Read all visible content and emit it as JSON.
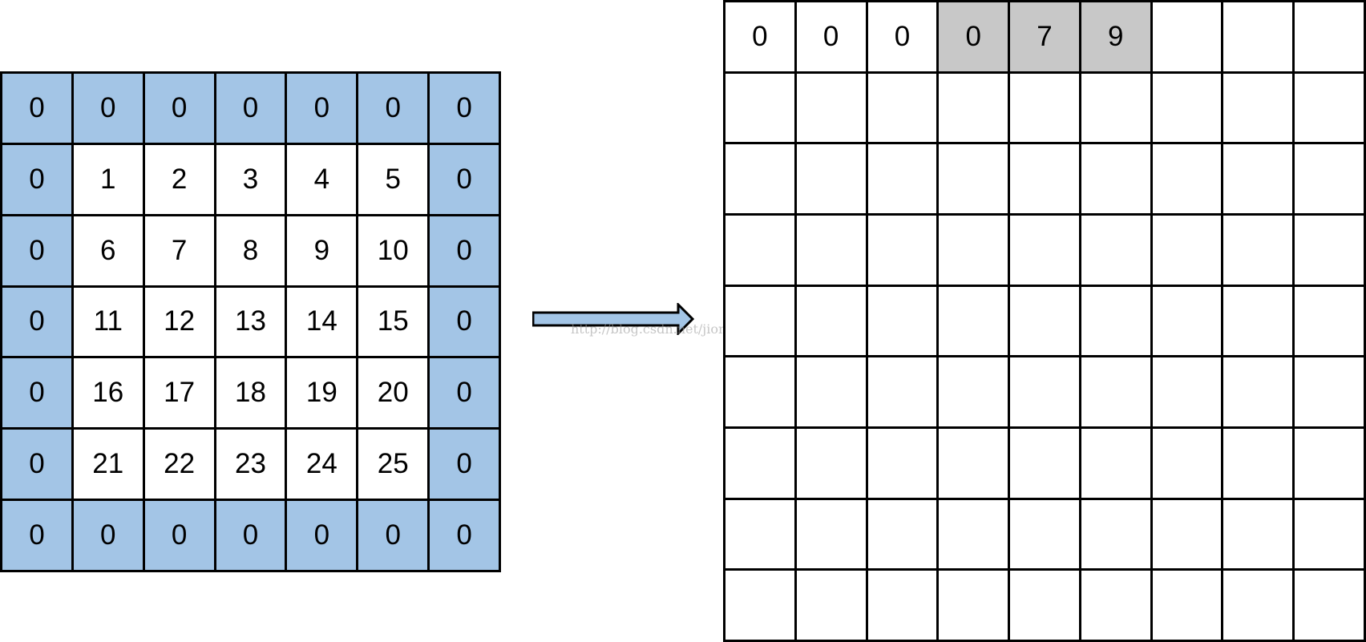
{
  "colors": {
    "padding": "#a3c5e6",
    "highlight": "#c8c8c8",
    "plain": "#ffffff",
    "arrow": "#a3c5e6"
  },
  "source_grid": {
    "rows": [
      [
        "0",
        "0",
        "0",
        "0",
        "0",
        "0",
        "0"
      ],
      [
        "0",
        "1",
        "2",
        "3",
        "4",
        "5",
        "0"
      ],
      [
        "0",
        "6",
        "7",
        "8",
        "9",
        "10",
        "0"
      ],
      [
        "0",
        "11",
        "12",
        "13",
        "14",
        "15",
        "0"
      ],
      [
        "0",
        "16",
        "17",
        "18",
        "19",
        "20",
        "0"
      ],
      [
        "0",
        "21",
        "22",
        "23",
        "24",
        "25",
        "0"
      ],
      [
        "0",
        "0",
        "0",
        "0",
        "0",
        "0",
        "0"
      ]
    ]
  },
  "output_grid": {
    "rows": [
      [
        "0",
        "0",
        "0",
        "0",
        "7",
        "9",
        "",
        "",
        ""
      ],
      [
        "",
        "",
        "",
        "",
        "",
        "",
        "",
        "",
        ""
      ],
      [
        "",
        "",
        "",
        "",
        "",
        "",
        "",
        "",
        ""
      ],
      [
        "",
        "",
        "",
        "",
        "",
        "",
        "",
        "",
        ""
      ],
      [
        "",
        "",
        "",
        "",
        "",
        "",
        "",
        "",
        ""
      ],
      [
        "",
        "",
        "",
        "",
        "",
        "",
        "",
        "",
        ""
      ],
      [
        "",
        "",
        "",
        "",
        "",
        "",
        "",
        "",
        ""
      ],
      [
        "",
        "",
        "",
        "",
        "",
        "",
        "",
        "",
        ""
      ],
      [
        "",
        "",
        "",
        "",
        "",
        "",
        "",
        "",
        ""
      ]
    ],
    "highlighted_cells": [
      [
        0,
        3
      ],
      [
        0,
        4
      ],
      [
        0,
        5
      ]
    ]
  },
  "watermark": "http://blog.csdn.net/jiongnima"
}
